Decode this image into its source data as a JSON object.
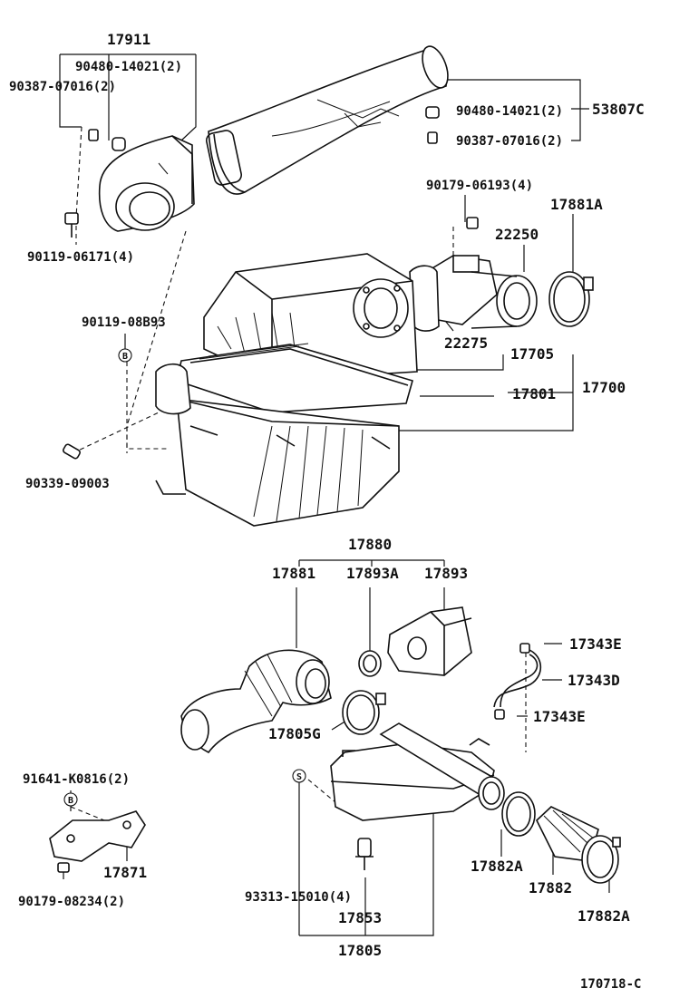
{
  "diagram_id": "170718-C",
  "labels": {
    "p17911": "17911",
    "p90480_left": "90480-14021(2)",
    "p90387_left": "90387-07016(2)",
    "p90119_06171": "90119-06171(4)",
    "p53807c": "53807C",
    "p90480_right": "90480-14021(2)",
    "p90387_right": "90387-07016(2)",
    "p90179_06193": "90179-06193(4)",
    "p17881a": "17881A",
    "p22250": "22250",
    "p90119_08b93": "90119-08B93",
    "p22275": "22275",
    "p17705": "17705",
    "p17700": "17700",
    "p17801": "17801",
    "p90339_09003": "90339-09003",
    "p17880": "17880",
    "p17881": "17881",
    "p17893a": "17893A",
    "p17893": "17893",
    "p17343e_top": "17343E",
    "p17343d": "17343D",
    "p17343e_bottom": "17343E",
    "p17805g": "17805G",
    "p91641": "91641-K0816(2)",
    "p17871": "17871",
    "p90179_08234": "90179-08234(2)",
    "p93313": "93313-15010(4)",
    "p17853": "17853",
    "p17805": "17805",
    "p17882a_left": "17882A",
    "p17882": "17882",
    "p17882a_right": "17882A"
  },
  "symbols": {
    "b": "B",
    "s": "S"
  }
}
